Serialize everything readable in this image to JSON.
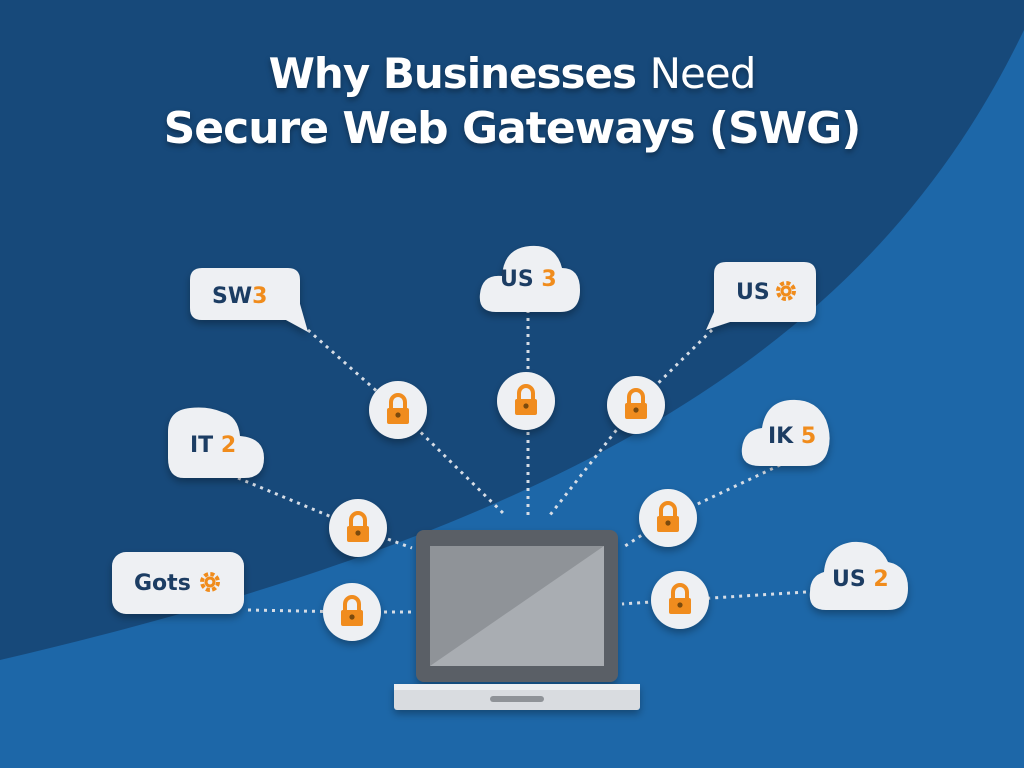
{
  "title": {
    "line1_bold": "Why Businesses",
    "line1_light": "Need",
    "line2": "Secure Web Gateways (SWG)"
  },
  "nodes": [
    {
      "id": "sw3",
      "shape": "speech-left",
      "main": "SW",
      "accent": "3",
      "icon": null
    },
    {
      "id": "us3",
      "shape": "cloud",
      "main": "US ",
      "accent": "3",
      "icon": null
    },
    {
      "id": "usg",
      "shape": "speech-left",
      "main": "US",
      "accent": "",
      "icon": "gear-icon"
    },
    {
      "id": "it2",
      "shape": "cloud",
      "main": "IT ",
      "accent": "2",
      "icon": null
    },
    {
      "id": "ik5",
      "shape": "cloud",
      "main": "IK ",
      "accent": "5",
      "icon": null
    },
    {
      "id": "gots",
      "shape": "rounded-box",
      "main": "Gots",
      "accent": "",
      "icon": "gear-icon"
    },
    {
      "id": "us2",
      "shape": "cloud",
      "main": "US ",
      "accent": "2",
      "icon": null
    }
  ],
  "lock_icon": "lock-icon",
  "center_device": "laptop",
  "colors": {
    "background_dark": "#17497a",
    "background_light": "#1d67a8",
    "node_fill": "#eef0f3",
    "node_text": "#1f3d63",
    "accent": "#f08c1e",
    "lock_circle": "#eef0f3",
    "dotted_line": "#d6dde6"
  }
}
